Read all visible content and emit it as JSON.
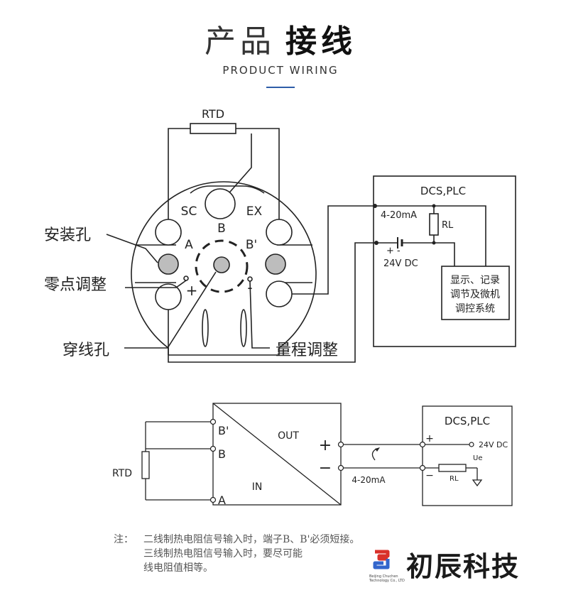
{
  "header": {
    "title_light": "产品",
    "title_bold": "接线",
    "subtitle": "PRODUCT WIRING",
    "accent_color": "#2e5da8"
  },
  "diagram_top": {
    "rtd_label": "RTD",
    "terminals": {
      "sc": "SC",
      "b": "B",
      "ex": "EX",
      "a": "A",
      "b_prime": "B'",
      "plus": "+",
      "minus": "-"
    },
    "callouts": {
      "mount_hole": "安装孔",
      "zero_adjust": "零点调整",
      "wire_hole": "穿线孔",
      "range_adjust": "量程调整"
    },
    "dcs_box": {
      "title": "DCS,PLC",
      "current": "4-20mA",
      "rl": "RL",
      "supply_sign": "+ -",
      "supply": "24V DC",
      "system_lines": [
        "显示、记录",
        "调节及微机",
        "调控系统"
      ]
    }
  },
  "diagram_bottom": {
    "rtd_label": "RTD",
    "terminals": {
      "b_prime": "B'",
      "b": "B",
      "a": "A"
    },
    "out_label": "OUT",
    "in_label": "IN",
    "plus": "+",
    "minus": "−",
    "current": "4-20mA",
    "dcs_box": {
      "title": "DCS,PLC",
      "plus": "+",
      "minus": "−",
      "supply": "24V DC",
      "ue": "Ue",
      "rl": "RL"
    }
  },
  "note": {
    "prefix": "注：",
    "lines": [
      "二线制热电阻信号输入时，端子B、B'必须短接。",
      "三线制热电阻信号输入时，要尽可能",
      "线电阻值相等。"
    ]
  },
  "brand": {
    "name": "初辰科技",
    "english": "Beijing Chuchen Technology Co., LTD",
    "colors": {
      "red": "#d9302a",
      "blue": "#3366cc"
    }
  }
}
